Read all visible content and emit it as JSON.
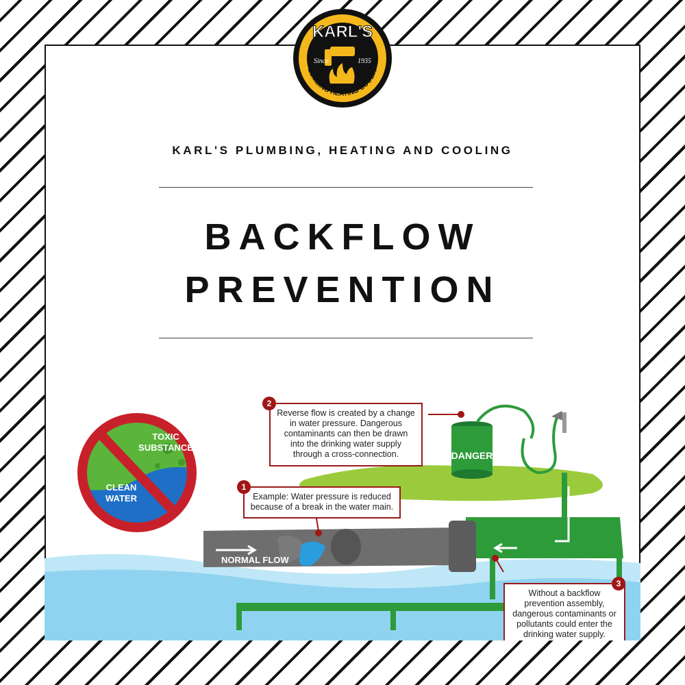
{
  "logo": {
    "name": "KARL'S",
    "since": "Since",
    "year": "1935",
    "tagline": "PLUMBING HEATING COOLING"
  },
  "header": {
    "company": "KARL'S PLUMBING, HEATING AND COOLING",
    "title_line1": "BACKFLOW",
    "title_line2": "PREVENTION"
  },
  "diagram": {
    "sign": {
      "top_label_1": "TOXIC",
      "top_label_2": "SUBSTANCE",
      "bottom_label_1": "CLEAN",
      "bottom_label_2": "WATER"
    },
    "pipe_label": "NORMAL FLOW",
    "drum_label": "DANGER",
    "callouts": [
      {
        "number": "1",
        "text": "Example: Water pressure is reduced because of a break in the water main."
      },
      {
        "number": "2",
        "text": "Reverse flow is created by a change in water pressure. Dangerous contaminants can then be drawn into the drinking water supply through a cross-connection."
      },
      {
        "number": "3",
        "text": "Without a backflow prevention assembly, dangerous contaminants or pollutants could enter the drinking water supply."
      }
    ]
  },
  "colors": {
    "accent_red": "#c8202a",
    "logo_yellow": "#f5b81c",
    "green": "#2e9b3a",
    "water_blue": "#8fd3f0"
  }
}
